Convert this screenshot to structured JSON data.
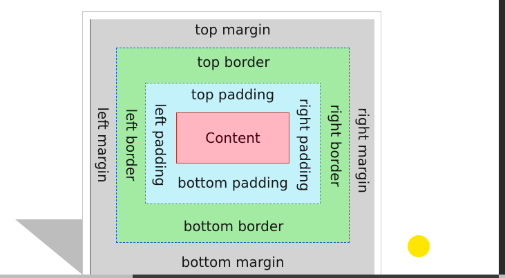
{
  "diagram": {
    "margin": {
      "top": "top margin",
      "bottom": "bottom margin",
      "left": "left margin",
      "right": "right margin"
    },
    "border": {
      "top": "top border",
      "bottom": "bottom border",
      "left": "left border",
      "right": "right border"
    },
    "padding": {
      "top": "top padding",
      "bottom": "bottom padding",
      "left": "left padding",
      "right": "right padding"
    },
    "content": "Content"
  },
  "colors": {
    "margin": "#d3d3d3",
    "border": "#a3eba3",
    "border_outline": "#1f4fe0",
    "padding": "#c4f2fb",
    "content": "#ffb6c1",
    "content_outline": "#c0392b",
    "pointer": "#ffe600"
  }
}
